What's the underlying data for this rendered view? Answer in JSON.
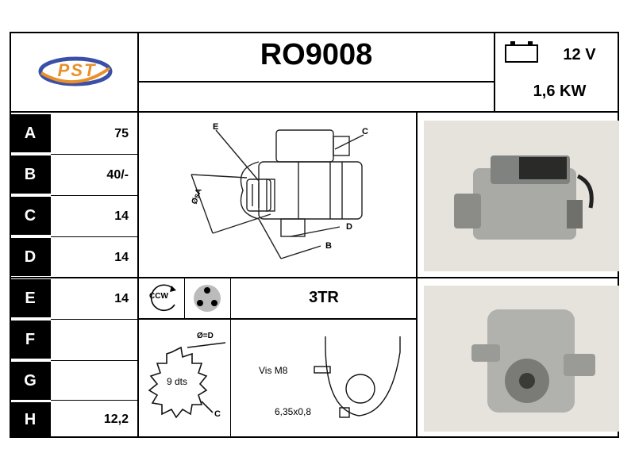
{
  "header": {
    "logo_text": "PST",
    "part_number": "RO9008",
    "voltage": "12 V",
    "power": "1,6 KW"
  },
  "specs": [
    {
      "letter": "A",
      "value": "75"
    },
    {
      "letter": "B",
      "value": "40/-"
    },
    {
      "letter": "C",
      "value": "14"
    },
    {
      "letter": "D",
      "value": "14"
    },
    {
      "letter": "E",
      "value": "14"
    },
    {
      "letter": "F",
      "value": ""
    },
    {
      "letter": "G",
      "value": ""
    },
    {
      "letter": "H",
      "value": "12,2"
    }
  ],
  "diagram": {
    "label_e": "E",
    "label_c": "C",
    "label_d": "D",
    "label_b": "B",
    "label_a": "ØsA"
  },
  "rotation": {
    "direction": "CCW",
    "mount": "3TR"
  },
  "gear": {
    "diameter_label": "Ø=D",
    "teeth": "9 dts",
    "label_c": "C"
  },
  "bolt": {
    "screw": "Vis M8",
    "thread": "6,35x0,8"
  },
  "colors": {
    "border": "#000000",
    "logo_blue": "#3a4fa8",
    "logo_orange": "#e8902a",
    "photo_bg": "#e6e3dc"
  }
}
